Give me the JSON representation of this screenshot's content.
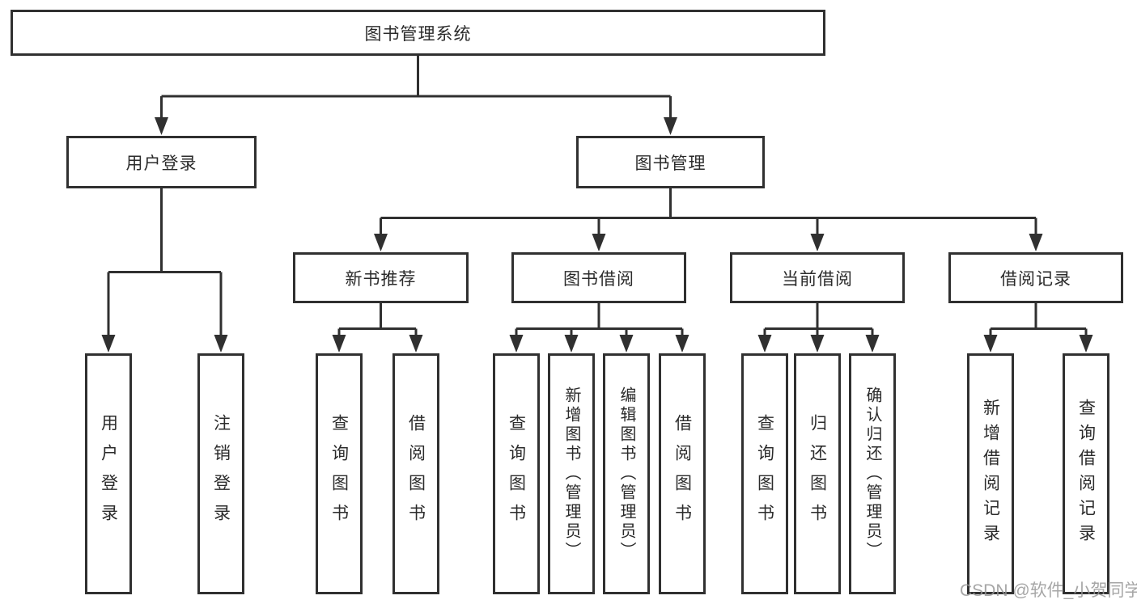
{
  "nodes": {
    "root": "图书管理系统",
    "user_login": "用户登录",
    "book_mgmt": "图书管理",
    "new_books": "新书推荐",
    "book_borrow": "图书借阅",
    "current_borrow": "当前借阅",
    "borrow_records": "借阅记录",
    "leaf_user_login": "用户登录",
    "leaf_logout": "注销登录",
    "leaf_nb_query": "查询图书",
    "leaf_nb_borrow": "借阅图书",
    "leaf_bw_query": "查询图书",
    "leaf_bw_add": "新增图书（管理员）",
    "leaf_bw_edit": "编辑图书（管理员）",
    "leaf_bw_borrow": "借阅图书",
    "leaf_cu_query": "查询图书",
    "leaf_cu_return": "归还图书",
    "leaf_cu_confirm": "确认归还（管理员）",
    "leaf_rc_add": "新增借阅记录",
    "leaf_rc_query": "查询借阅记录"
  },
  "watermark": "CSDN @软件_小贺同学",
  "colors": {
    "line": "#303030",
    "text": "#2b2b2b",
    "watermark": "#969696",
    "background": "#ffffff"
  }
}
